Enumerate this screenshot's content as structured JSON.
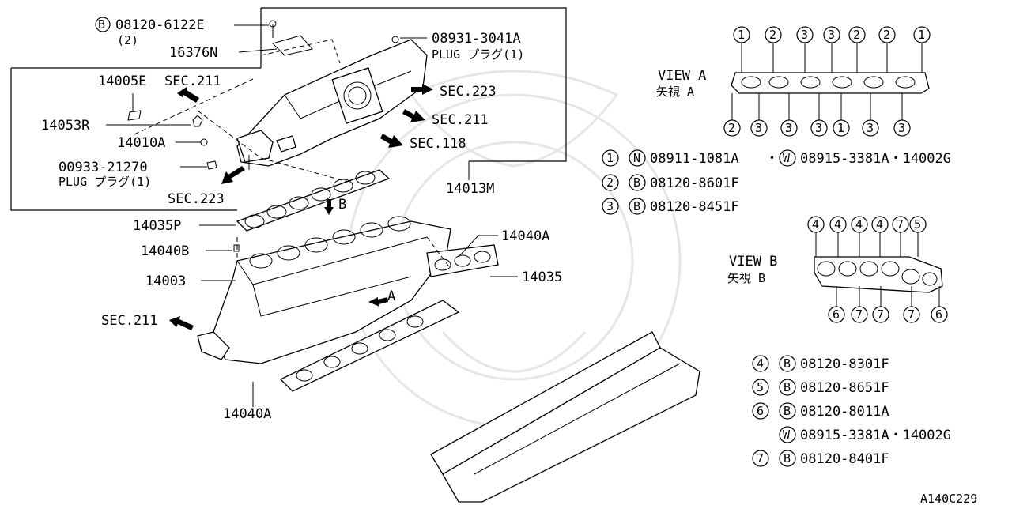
{
  "diagram_id": "A140C229",
  "upper_assembly": {
    "bolt_circle": "B",
    "bolt_part": "08120-6122E",
    "bolt_qty": "(2)",
    "bracket_part": "16376N",
    "plug_top_part": "08931-3041A",
    "plug_top_label": "PLUG プラグ(1)",
    "gasket_14005E": "14005E",
    "sec_211_a": "SEC.211",
    "part_14053R": "14053R",
    "part_14010A": "14010A",
    "plug_side_part": "00933-21270",
    "plug_side_label": "PLUG プラグ(1)",
    "sec_223_bottom": "SEC.223",
    "sec_223_right": "SEC.223",
    "sec_211_right": "SEC.211",
    "sec_118": "SEC.118",
    "collector": "14013M"
  },
  "lower_assembly": {
    "gasket_14035P": "14035P",
    "stud_14040B": "14040B",
    "manifold_14003": "14003",
    "sec_211_left": "SEC.211",
    "gasket_14040A_top": "14040A",
    "gasket_14035": "14035",
    "gasket_14040A_bottom": "14040A",
    "view_b_marker": "B",
    "view_a_marker": "A"
  },
  "view_a": {
    "title": "VIEW A",
    "title_jp": "矢視 A",
    "top_numbers": [
      "1",
      "2",
      "3",
      "3",
      "2",
      "2",
      "1"
    ],
    "bottom_numbers": [
      "2",
      "3",
      "3",
      "3",
      "1",
      "3",
      "3"
    ]
  },
  "view_a_legend": [
    {
      "num": "1",
      "circle_a": "N",
      "part_a": "08911-1081A",
      "sep": "・",
      "circle_b": "W",
      "part_b": "08915-3381A・14002G"
    },
    {
      "num": "2",
      "circle_a": "B",
      "part_a": "08120-8601F"
    },
    {
      "num": "3",
      "circle_a": "B",
      "part_a": "08120-8451F"
    }
  ],
  "view_b": {
    "title": "VIEW B",
    "title_jp": "矢視 B",
    "top_numbers": [
      "4",
      "4",
      "4",
      "4",
      "7",
      "5"
    ],
    "bottom_numbers": [
      "6",
      "7",
      "7",
      "7",
      "6"
    ]
  },
  "view_b_legend": [
    {
      "num": "4",
      "circle": "B",
      "part": "08120-8301F"
    },
    {
      "num": "5",
      "circle": "B",
      "part": "08120-8651F"
    },
    {
      "num": "6",
      "circle": "B",
      "part": "08120-8011A"
    },
    {
      "num": "",
      "circle": "W",
      "part": "08915-3381A・14002G"
    },
    {
      "num": "7",
      "circle": "B",
      "part": "08120-8401F"
    }
  ]
}
